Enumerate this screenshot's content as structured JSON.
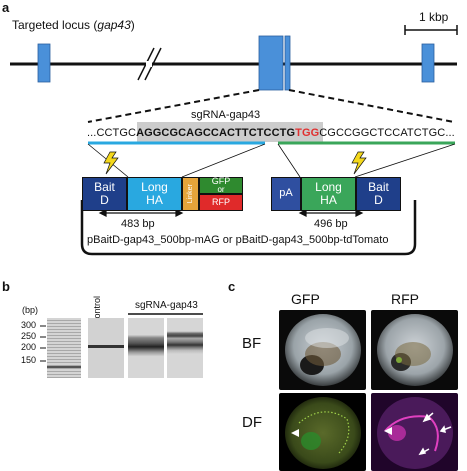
{
  "panel_a": {
    "letter": "a",
    "locus_title_prefix": "Targeted locus (",
    "locus_gene": "gap43",
    "locus_title_suffix": ")",
    "scale_bar_label": "1 kbp",
    "sgrna_label": "sgRNA-gap43",
    "sequence": {
      "lead": "...CCTGC",
      "target": "AGGCGCAGCCACTTCTCCTG",
      "pam": "TGG",
      "trail": "CGCCGGCTCCATCTGC..."
    },
    "construct": {
      "bait_left": "Bait D",
      "long_ha_left": "Long HA",
      "linker": "Linker",
      "gfp_top": "GFP",
      "gfp_or": "or",
      "rfp": "RFP",
      "pa": "pA",
      "long_ha_right": "Long HA",
      "bait_right": "Bait D"
    },
    "left_arm_length": "483 bp",
    "right_arm_length": "496 bp",
    "plasmid_name": "pBaitD-gap43_500bp-mAG or pBaitD-gap43_500bp-tdTomato",
    "colors": {
      "exon": "#4a90d9",
      "bait": "#1f3f8a",
      "long_ha_left": "#29a8e0",
      "linker": "#e5a43a",
      "gfp": "#2f8a2f",
      "rfp": "#e02a2a",
      "pa": "#2f4fa0",
      "long_ha_right": "#3aa65a",
      "pam": "#e03030",
      "highlight": "#cccccc",
      "cyan_line": "#29a8e0",
      "green_line": "#3aa65a",
      "cut_site": "#f4d81c"
    }
  },
  "panel_b": {
    "letter": "b",
    "unit": "(bp)",
    "ladder": [
      "300",
      "250",
      "200",
      "150"
    ],
    "lane_labels": {
      "control": "Control",
      "sgrna": "sgRNA-gap43"
    }
  },
  "panel_c": {
    "letter": "c",
    "col_headers": [
      "GFP",
      "RFP"
    ],
    "row_headers": [
      "BF",
      "DF"
    ]
  }
}
